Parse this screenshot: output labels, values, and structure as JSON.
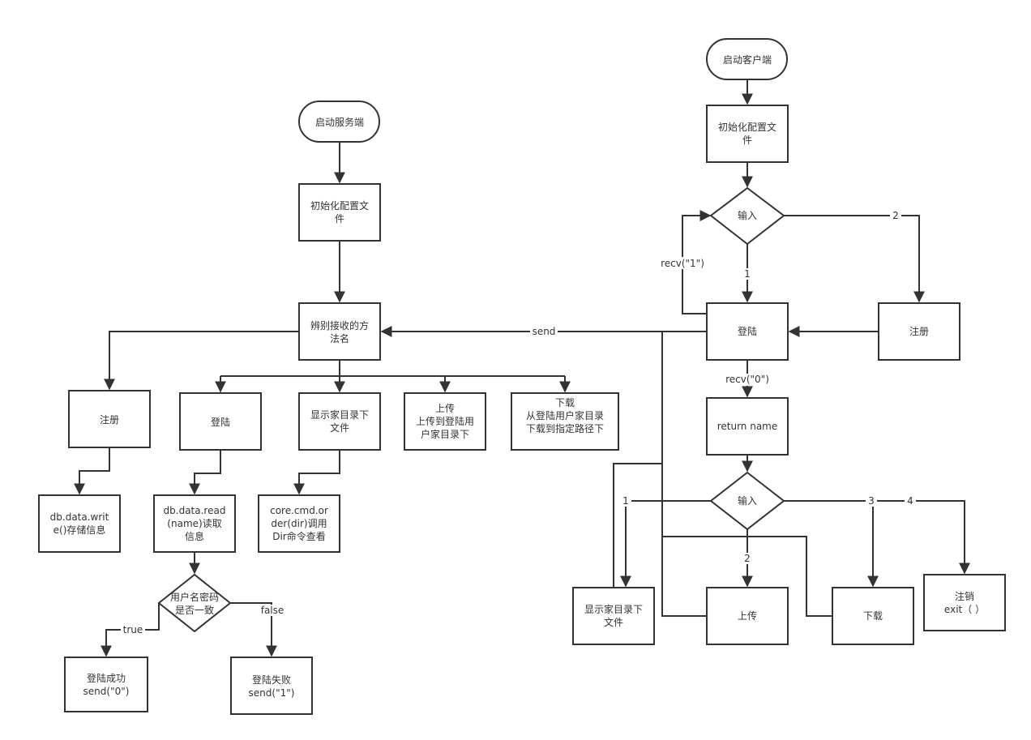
{
  "server": {
    "start": "启动服务端",
    "init": [
      "初始化配置文",
      "件"
    ],
    "dispatch": [
      "辨别接收的方",
      "法名"
    ],
    "register": "注册",
    "login": "登陆",
    "listdir": [
      "显示家目录下",
      "文件"
    ],
    "upload": [
      "上传",
      "上传到登陆用",
      "户家目录下"
    ],
    "download": [
      "下载",
      "从登陆用户家目录",
      "下载到指定路径下"
    ],
    "db_write": [
      "db.data.writ",
      "e()存储信息"
    ],
    "db_read": [
      "db.data.read",
      "(name)读取",
      "信息"
    ],
    "core_cmd": [
      "core.cmd.or",
      "der(dir)调用",
      "Dir命令查看"
    ],
    "check": [
      "用户名密码",
      "是否一致"
    ],
    "success": [
      "登陆成功",
      "send(\"0\")"
    ],
    "fail": [
      "登陆失败",
      "send(\"1\")"
    ],
    "label_true": "true",
    "label_false": "false"
  },
  "client": {
    "start": "启动客户端",
    "init": [
      "初始化配置文",
      "件"
    ],
    "input1": "输入",
    "login": "登陆",
    "register": "注册",
    "return_name": "return name",
    "input2": "输入",
    "listdir": [
      "显示家目录下",
      "文件"
    ],
    "upload": "上传",
    "download": "下载",
    "logout": [
      "注销",
      "exit（ ）"
    ],
    "label_recv1": "recv(\"1\")",
    "label_1": "1",
    "label_2": "2",
    "label_recv0": "recv(\"0\")",
    "label_send": "send",
    "label_m1": "1",
    "label_m2": "2",
    "label_m3": "3",
    "label_m4": "4"
  }
}
